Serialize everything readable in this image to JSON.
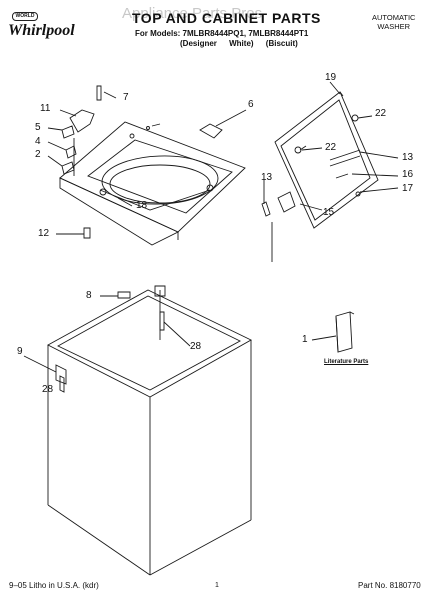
{
  "header": {
    "brand": "Whirlpool",
    "brand_mark": "WORLD",
    "title": "TOP AND CABINET PARTS",
    "watermark": "Appliance Parts Pros",
    "models": "For Models: 7MLBR8444PQ1, 7MLBR8444PT1",
    "variants": "(Designer White)  (Biscuit)",
    "product_type": [
      "AUTOMATIC",
      "WASHER"
    ]
  },
  "labels": {
    "literature_parts": "Literature Parts"
  },
  "callouts": [
    "1",
    "2",
    "4",
    "5",
    "6",
    "7",
    "8",
    "9",
    "11",
    "12",
    "13",
    "13",
    "15",
    "16",
    "17",
    "18",
    "19",
    "22",
    "22",
    "28",
    "28"
  ],
  "footer": {
    "print_info": "9–05 Litho in U.S.A. (kdr)",
    "page": "1",
    "part_no": "Part No. 8180770"
  },
  "colors": {
    "line": "#1a1a1a",
    "watermark": "#c8c8c8"
  }
}
